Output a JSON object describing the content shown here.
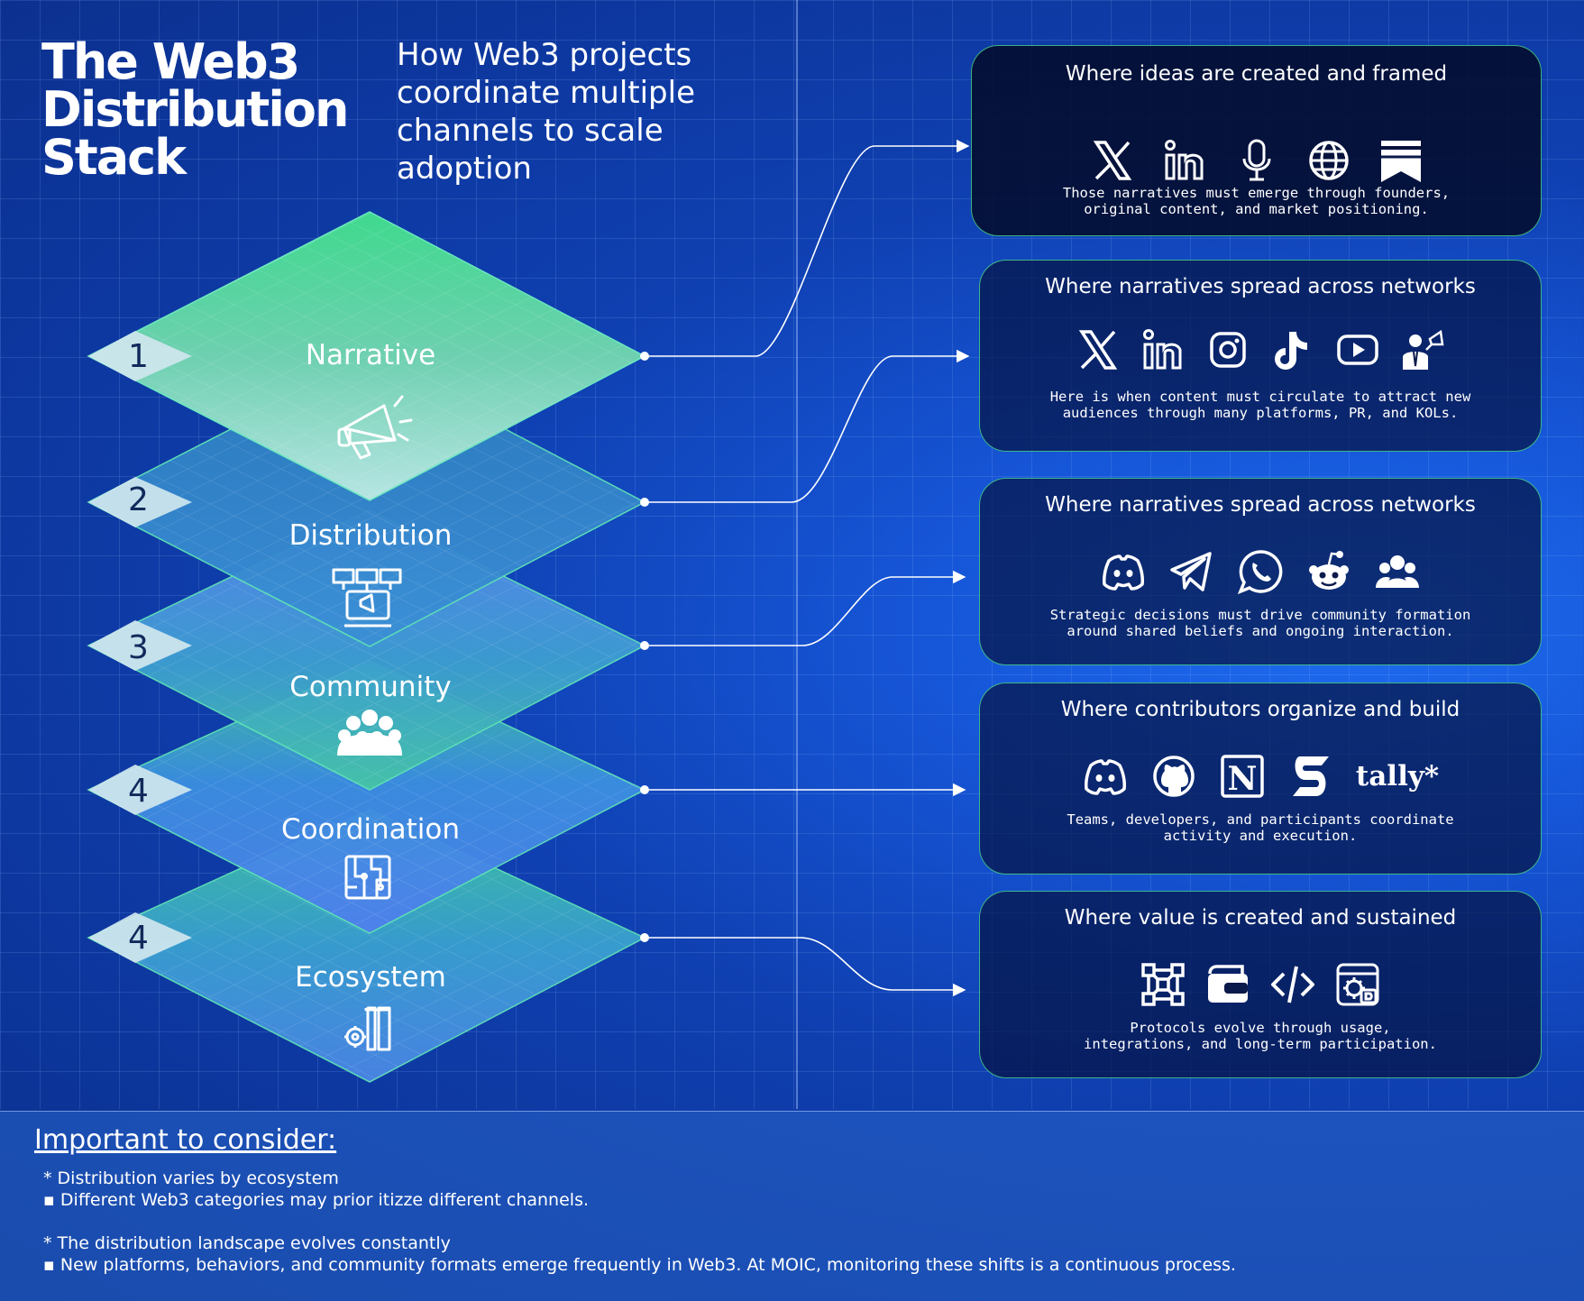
{
  "header": {
    "title": "The Web3 Distribution Stack",
    "subtitle": "How Web3 projects coordinate multiple channels to scale adoption"
  },
  "colors": {
    "background": "#0f3fb0",
    "accent_green": "#3ed38f",
    "card_border": "#50e696"
  },
  "stack": [
    {
      "number": "1",
      "label": "Narrative",
      "icon": "megaphone-icon"
    },
    {
      "number": "2",
      "label": "Distribution",
      "icon": "broadcast-network-icon"
    },
    {
      "number": "3",
      "label": "Community",
      "icon": "crowd-icon"
    },
    {
      "number": "4",
      "label": "Coordination",
      "icon": "circuit-board-icon"
    },
    {
      "number": "4",
      "label": "Ecosystem",
      "icon": "gear-folder-icon"
    }
  ],
  "cards": [
    {
      "title": "Where ideas are created and framed",
      "icons": [
        "x-icon",
        "linkedin-icon",
        "microphone-icon",
        "globe-icon",
        "bookmark-icon"
      ],
      "description": "Those narratives must emerge through founders,\noriginal content, and market positioning."
    },
    {
      "title": "Where narratives spread across networks",
      "icons": [
        "x-icon",
        "linkedin-icon",
        "instagram-icon",
        "tiktok-icon",
        "youtube-icon",
        "influencer-icon"
      ],
      "description": "Here is when content must circulate to attract new\naudiences through many platforms, PR, and KOLs."
    },
    {
      "title": "Where narratives spread across networks",
      "icons": [
        "discord-icon",
        "telegram-icon",
        "whatsapp-icon",
        "reddit-icon",
        "community-icon"
      ],
      "description": "Strategic decisions must drive community formation\naround shared beliefs and ongoing interaction."
    },
    {
      "title": "Where contributors organize and build",
      "icons": [
        "discord-icon",
        "github-icon",
        "notion-icon",
        "snapshot-icon",
        "tally-logo"
      ],
      "tally_text": "tally*",
      "description": "Teams, developers, and participants coordinate\nactivity and execution."
    },
    {
      "title": "Where value is created and sustained",
      "icons": [
        "protocol-network-icon",
        "wallet-icon",
        "code-icon",
        "app-settings-icon"
      ],
      "description": "Protocols evolve through usage,\nintegrations, and long-term participation."
    }
  ],
  "considerations": {
    "title": "Important to consider:",
    "notes": [
      "* Distribution varies by ecosystem",
      "▪ Different Web3 categories may prior itizze different channels.",
      "* The distribution landscape evolves constantly",
      "▪ New platforms, behaviors, and community formats emerge frequently in Web3. At MOIC, monitoring these shifts is a continuous process."
    ]
  }
}
